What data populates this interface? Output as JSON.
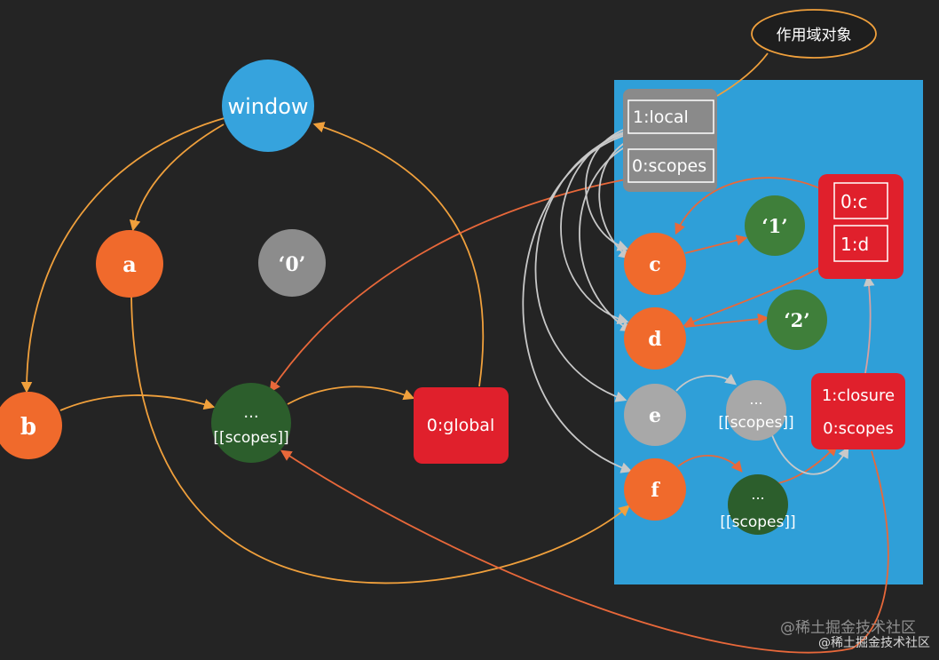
{
  "callout": {
    "label": "作用域对象"
  },
  "nodes": {
    "window": "window",
    "a": "a",
    "b": "b",
    "zero": "‘0’",
    "global_scopes_dots": "...",
    "global_scopes_label": "[[scopes]]",
    "global": "0:global",
    "c": "c",
    "d": "d",
    "e": "e",
    "f": "f",
    "one": "‘1’",
    "two": "‘2’",
    "e_scopes_dots": "...",
    "e_scopes_label": "[[scopes]]",
    "f_scopes_dots": "...",
    "f_scopes_label": "[[scopes]]"
  },
  "local_scope": {
    "local_label": "1:local",
    "scopes_label": "0:scopes"
  },
  "cd_scope": {
    "c_label": "0:c",
    "d_label": "1:d"
  },
  "closure_scope": {
    "closure_label": "1:closure",
    "scopes_label": "0:scopes"
  },
  "watermark": {
    "line1": "@稀土掘金技术社区",
    "line2": "@稀土掘金技术社区"
  },
  "colors": {
    "background": "#242424",
    "panel": "#2f9fd8",
    "window": "#36a3dd",
    "orange": "#f06a2c",
    "dark_green": "#2c5e2c",
    "green": "#3f7f3a",
    "gray": "#8c8c8c",
    "red": "#e0202c",
    "scope_gray": "#8a8a8a",
    "edge_orange": "#f0a03c",
    "edge_red": "#e8683a",
    "edge_gray": "#c8c8c8",
    "callout_fill": "#fbe6b4"
  }
}
